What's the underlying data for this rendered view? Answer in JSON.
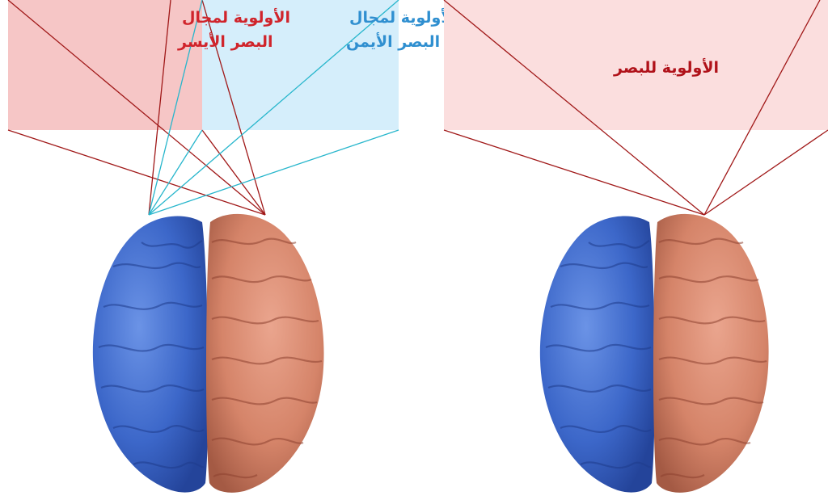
{
  "left_panel": {
    "left_field_label_line1": "الأولوية لمجال",
    "left_field_label_line2": "البصر الأيسر",
    "right_field_label_line1": "الأولوية لمجال",
    "right_field_label_line2": "البصر الأيمن",
    "colors": {
      "left_field_fill": "#f6c6c6",
      "right_field_fill": "#d5eefb",
      "left_label_text": "#d0242b",
      "right_label_text": "#2f8fd0",
      "red_line": "#a01818",
      "cyan_line": "#27b6cc"
    }
  },
  "right_panel": {
    "field_label": "الأولوية للبصر",
    "colors": {
      "field_fill": "#fbdede",
      "label_text": "#b0121a",
      "red_line": "#a01818"
    }
  },
  "brain": {
    "left_hemisphere_color": "#3f6fcf",
    "right_hemisphere_color": "#d9866d"
  }
}
